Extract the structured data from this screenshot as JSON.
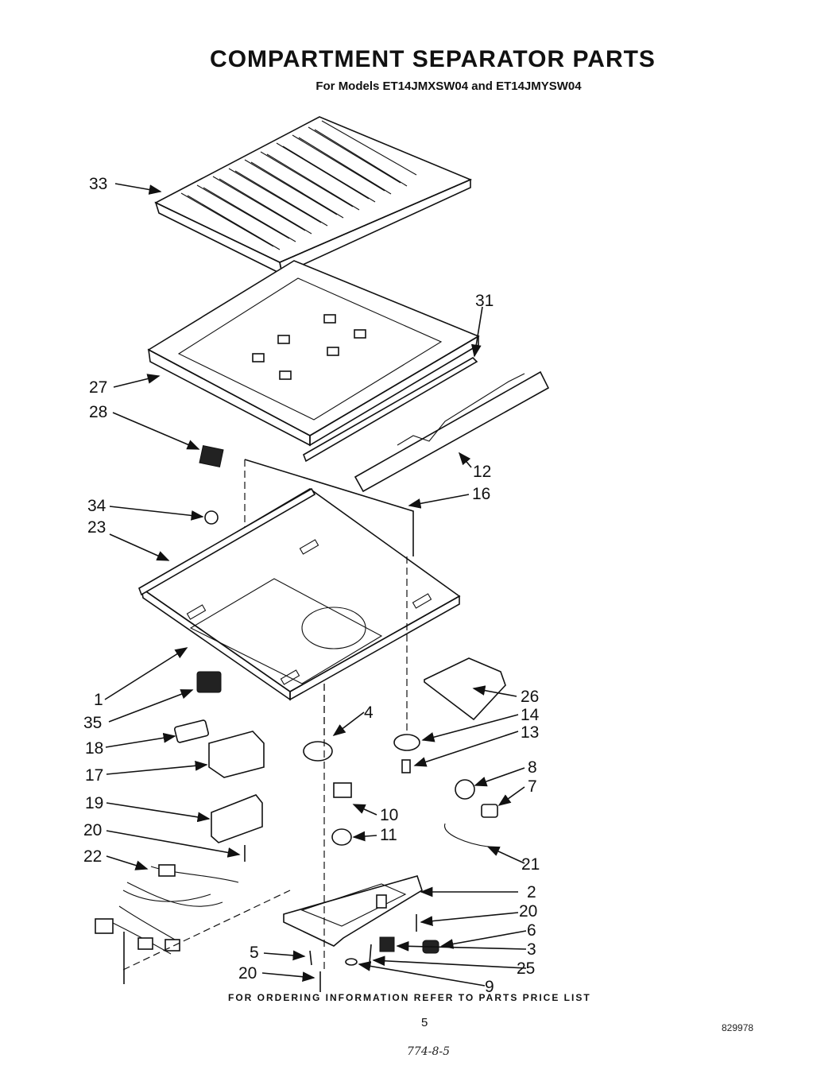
{
  "header": {
    "title": "COMPARTMENT SEPARATOR PARTS",
    "subtitle": "For Models ET14JMXSW04 and ET14JMYSW04"
  },
  "callouts": {
    "c1": "1",
    "c2": "2",
    "c3": "3",
    "c4": "4",
    "c5": "5",
    "c6": "6",
    "c7": "7",
    "c8": "8",
    "c9": "9",
    "c10": "10",
    "c11": "11",
    "c12": "12",
    "c13": "13",
    "c14": "14",
    "c16": "16",
    "c17": "17",
    "c18": "18",
    "c19": "19",
    "c20a": "20",
    "c20b": "20",
    "c20c": "20",
    "c21": "21",
    "c22": "22",
    "c23": "23",
    "c25": "25",
    "c26": "26",
    "c27": "27",
    "c28": "28",
    "c31": "31",
    "c33": "33",
    "c34": "34",
    "c35": "35"
  },
  "footer": {
    "ordering_note": "FOR ORDERING INFORMATION REFER TO PARTS PRICE LIST",
    "page_number": "5",
    "drawing_code": "829978",
    "handwritten_note": "774-8-5"
  }
}
